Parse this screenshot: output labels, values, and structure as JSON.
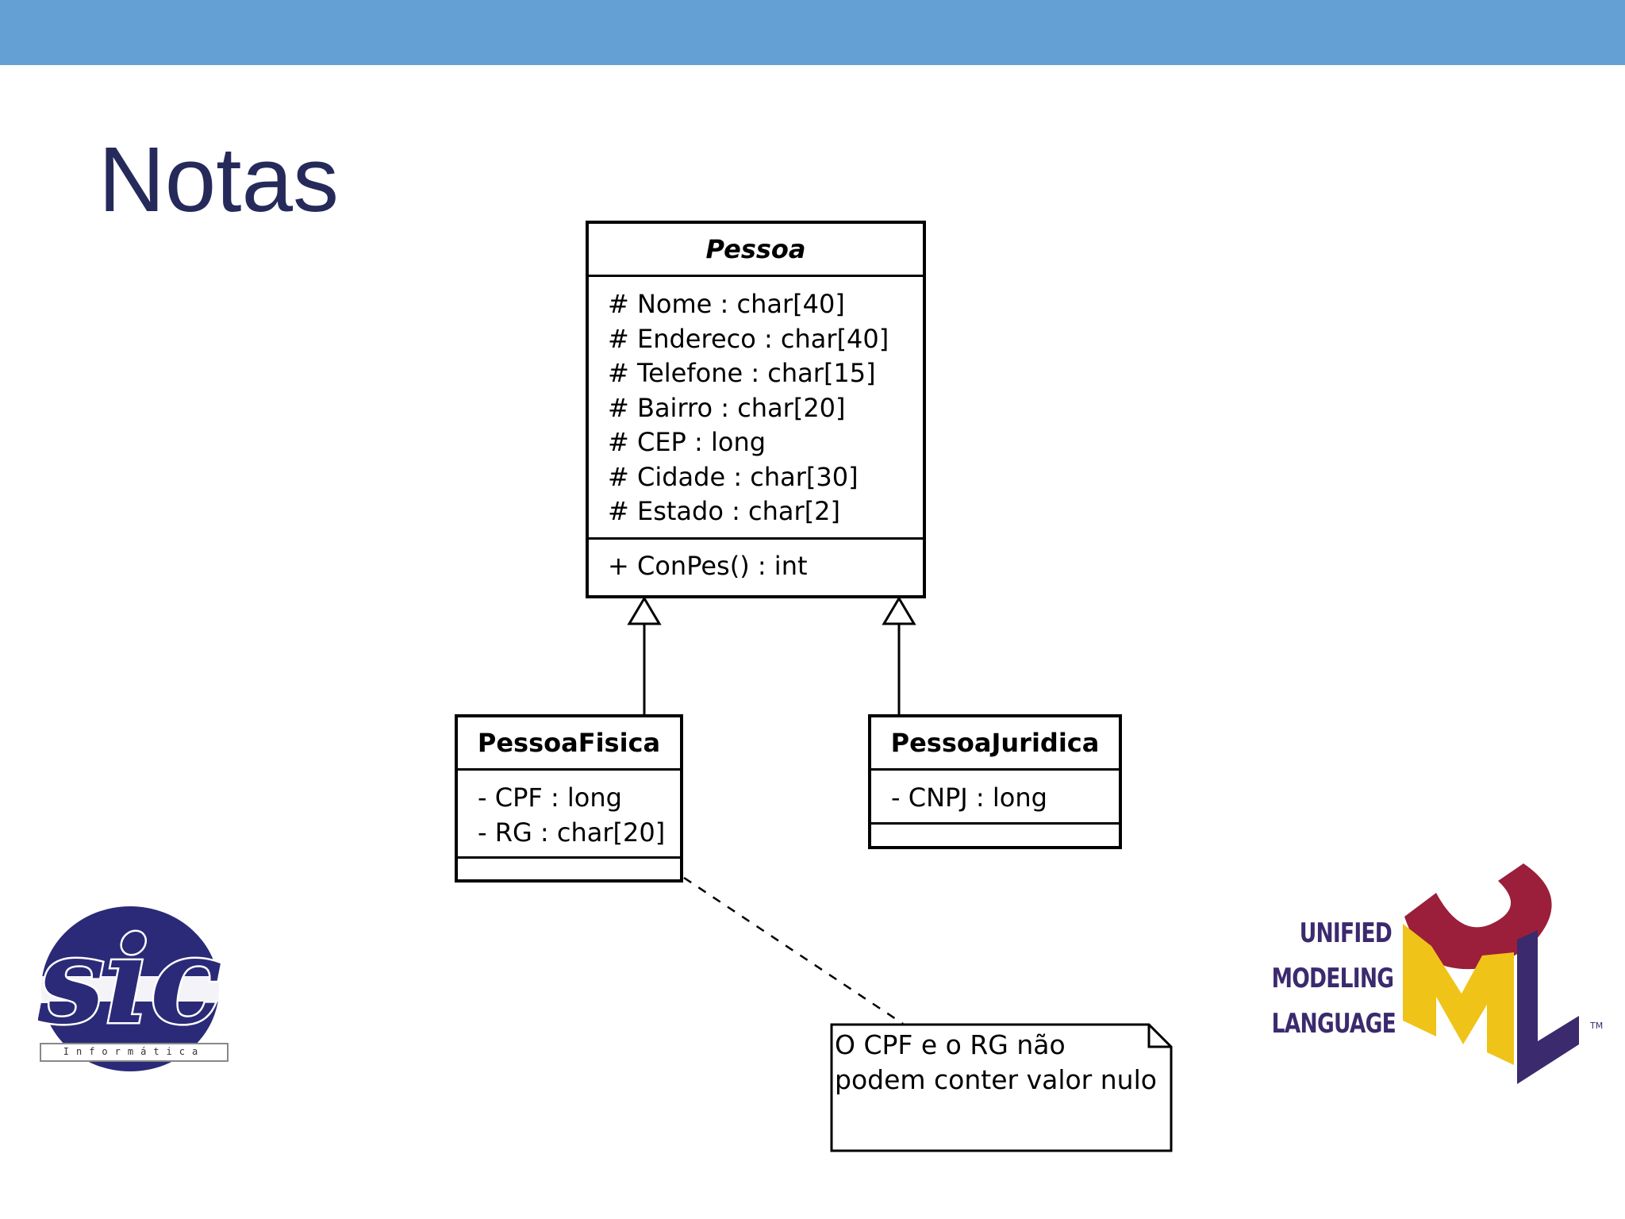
{
  "slide": {
    "title": "Notas"
  },
  "diagram": {
    "classes": [
      {
        "name": "Pessoa",
        "abstract": true,
        "attributes": [
          "# Nome : char[40]",
          "# Endereco : char[40]",
          "# Telefone : char[15]",
          "# Bairro : char[20]",
          "# CEP : long",
          "# Cidade : char[30]",
          "# Estado : char[2]"
        ],
        "operations": [
          "+ ConPes() : int"
        ]
      },
      {
        "name": "PessoaFisica",
        "abstract": false,
        "attributes": [
          "- CPF : long",
          "- RG : char[20]"
        ],
        "operations": []
      },
      {
        "name": "PessoaJuridica",
        "abstract": false,
        "attributes": [
          "- CNPJ : long"
        ],
        "operations": []
      }
    ],
    "relations": [
      {
        "type": "generalization",
        "from": "PessoaFisica",
        "to": "Pessoa"
      },
      {
        "type": "generalization",
        "from": "PessoaJuridica",
        "to": "Pessoa"
      },
      {
        "type": "note-anchor",
        "from": "note",
        "to": "PessoaFisica"
      }
    ],
    "note": {
      "lines": [
        "O CPF e o RG não",
        "podem conter valor nulo"
      ]
    }
  },
  "logos": {
    "sic": {
      "name": "sic",
      "subtitle": "Informática"
    },
    "uml": {
      "lines": [
        "UNIFIED",
        "MODELING",
        "LANGUAGE"
      ],
      "trademark": "TM"
    }
  },
  "colors": {
    "top_bar": "#64a0d4",
    "title": "#262a5a",
    "uml_red": "#9b1f3a",
    "uml_yellow": "#f0c319",
    "uml_purple": "#3b2a6e",
    "sic_navy": "#2b2a78"
  }
}
